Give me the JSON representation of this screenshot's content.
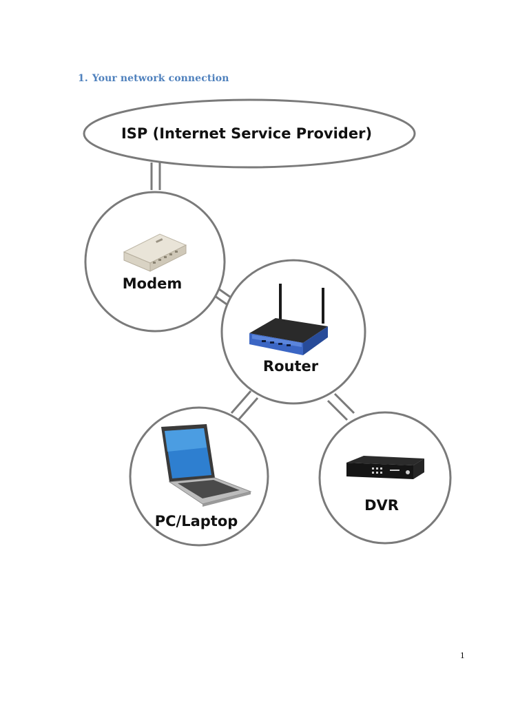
{
  "document": {
    "section_number": "1.",
    "section_title": "Your network connection",
    "page_number": "1"
  },
  "diagram": {
    "isp_label": "ISP (Internet Service Provider)",
    "nodes": {
      "modem": {
        "label": "Modem",
        "icon": "modem-icon"
      },
      "router": {
        "label": "Router",
        "icon": "router-icon"
      },
      "pc": {
        "label": "PC/Laptop",
        "icon": "laptop-icon"
      },
      "dvr": {
        "label": "DVR",
        "icon": "dvr-icon"
      }
    },
    "colors": {
      "outline": "#7a7a7a",
      "heading": "#4f81bd",
      "router_body": "#3b66c4"
    }
  }
}
